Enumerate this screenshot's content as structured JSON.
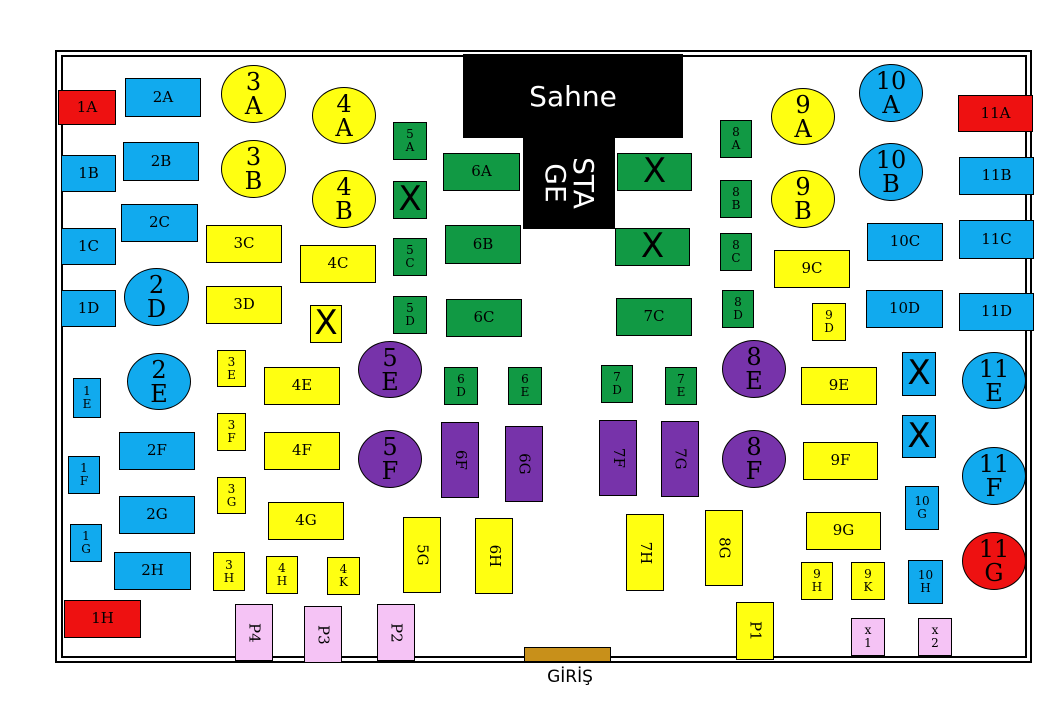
{
  "stage": {
    "label_top": "Sahne",
    "label_bottom": "STA\nGE"
  },
  "entrance": {
    "label": "GİRİŞ"
  },
  "colors": {
    "red": "#ee1111",
    "blue": "#11aaee",
    "yellow": "#ffff11",
    "green": "#119944",
    "purple": "#7733aa",
    "pink": "#f5c3f5",
    "entrance": "#c8901a",
    "stage": "#000000"
  },
  "tables": [
    {
      "id": "1A",
      "label": "1A",
      "color": "red",
      "shape": "rect"
    },
    {
      "id": "1B",
      "label": "1B",
      "color": "blue",
      "shape": "rect"
    },
    {
      "id": "1C",
      "label": "1C",
      "color": "blue",
      "shape": "rect"
    },
    {
      "id": "1D",
      "label": "1D",
      "color": "blue",
      "shape": "rect"
    },
    {
      "id": "1E",
      "label": "1\nE",
      "color": "blue",
      "shape": "rect"
    },
    {
      "id": "1F",
      "label": "1\nF",
      "color": "blue",
      "shape": "rect"
    },
    {
      "id": "1G",
      "label": "1\nG",
      "color": "blue",
      "shape": "rect"
    },
    {
      "id": "1H",
      "label": "1H",
      "color": "red",
      "shape": "rect"
    },
    {
      "id": "2A",
      "label": "2A",
      "color": "blue",
      "shape": "rect"
    },
    {
      "id": "2B",
      "label": "2B",
      "color": "blue",
      "shape": "rect"
    },
    {
      "id": "2C",
      "label": "2C",
      "color": "blue",
      "shape": "rect"
    },
    {
      "id": "2D",
      "label": "2\nD",
      "color": "blue",
      "shape": "circle"
    },
    {
      "id": "2E",
      "label": "2\nE",
      "color": "blue",
      "shape": "circle"
    },
    {
      "id": "2F",
      "label": "2F",
      "color": "blue",
      "shape": "rect"
    },
    {
      "id": "2G",
      "label": "2G",
      "color": "blue",
      "shape": "rect"
    },
    {
      "id": "2H",
      "label": "2H",
      "color": "blue",
      "shape": "rect"
    },
    {
      "id": "3A",
      "label": "3\nA",
      "color": "yellow",
      "shape": "circle"
    },
    {
      "id": "3B",
      "label": "3\nB",
      "color": "yellow",
      "shape": "circle"
    },
    {
      "id": "3C",
      "label": "3C",
      "color": "yellow",
      "shape": "rect"
    },
    {
      "id": "3D",
      "label": "3D",
      "color": "yellow",
      "shape": "rect"
    },
    {
      "id": "3E",
      "label": "3\nE",
      "color": "yellow",
      "shape": "rect"
    },
    {
      "id": "3F",
      "label": "3\nF",
      "color": "yellow",
      "shape": "rect"
    },
    {
      "id": "3G",
      "label": "3\nG",
      "color": "yellow",
      "shape": "rect"
    },
    {
      "id": "3H",
      "label": "3\nH",
      "color": "yellow",
      "shape": "rect"
    },
    {
      "id": "4A",
      "label": "4\nA",
      "color": "yellow",
      "shape": "circle"
    },
    {
      "id": "4B",
      "label": "4\nB",
      "color": "yellow",
      "shape": "circle"
    },
    {
      "id": "4C",
      "label": "4C",
      "color": "yellow",
      "shape": "rect"
    },
    {
      "id": "X-4",
      "label": "X",
      "color": "yellow",
      "shape": "rect"
    },
    {
      "id": "4E",
      "label": "4E",
      "color": "yellow",
      "shape": "rect"
    },
    {
      "id": "4F",
      "label": "4F",
      "color": "yellow",
      "shape": "rect"
    },
    {
      "id": "4G",
      "label": "4G",
      "color": "yellow",
      "shape": "rect"
    },
    {
      "id": "4H",
      "label": "4\nH",
      "color": "yellow",
      "shape": "rect"
    },
    {
      "id": "4K",
      "label": "4\nK",
      "color": "yellow",
      "shape": "rect"
    },
    {
      "id": "5A",
      "label": "5\nA",
      "color": "green",
      "shape": "rect"
    },
    {
      "id": "X-5",
      "label": "X",
      "color": "green",
      "shape": "rect"
    },
    {
      "id": "5C",
      "label": "5\nC",
      "color": "green",
      "shape": "rect"
    },
    {
      "id": "5D",
      "label": "5\nD",
      "color": "green",
      "shape": "rect"
    },
    {
      "id": "5E",
      "label": "5\nE",
      "color": "purple",
      "shape": "circle"
    },
    {
      "id": "5F",
      "label": "5\nF",
      "color": "purple",
      "shape": "circle"
    },
    {
      "id": "5G",
      "label": "5G",
      "color": "yellow",
      "shape": "rect"
    },
    {
      "id": "6A",
      "label": "6A",
      "color": "green",
      "shape": "rect"
    },
    {
      "id": "6B",
      "label": "6B",
      "color": "green",
      "shape": "rect"
    },
    {
      "id": "6C",
      "label": "6C",
      "color": "green",
      "shape": "rect"
    },
    {
      "id": "6D",
      "label": "6\nD",
      "color": "green",
      "shape": "rect"
    },
    {
      "id": "6E",
      "label": "6\nE",
      "color": "green",
      "shape": "rect"
    },
    {
      "id": "6F",
      "label": "6F",
      "color": "purple",
      "shape": "rect"
    },
    {
      "id": "6G",
      "label": "6G",
      "color": "purple",
      "shape": "rect"
    },
    {
      "id": "6H",
      "label": "6H",
      "color": "yellow",
      "shape": "rect"
    },
    {
      "id": "X-7a",
      "label": "X",
      "color": "green",
      "shape": "rect"
    },
    {
      "id": "X-7b",
      "label": "X",
      "color": "green",
      "shape": "rect"
    },
    {
      "id": "7C",
      "label": "7C",
      "color": "green",
      "shape": "rect"
    },
    {
      "id": "7D",
      "label": "7\nD",
      "color": "green",
      "shape": "rect"
    },
    {
      "id": "7E",
      "label": "7\nE",
      "color": "green",
      "shape": "rect"
    },
    {
      "id": "7F",
      "label": "7F",
      "color": "purple",
      "shape": "rect"
    },
    {
      "id": "7G",
      "label": "7G",
      "color": "purple",
      "shape": "rect"
    },
    {
      "id": "7H",
      "label": "7H",
      "color": "yellow",
      "shape": "rect"
    },
    {
      "id": "8A",
      "label": "8\nA",
      "color": "green",
      "shape": "rect"
    },
    {
      "id": "8B",
      "label": "8\nB",
      "color": "green",
      "shape": "rect"
    },
    {
      "id": "8C",
      "label": "8\nC",
      "color": "green",
      "shape": "rect"
    },
    {
      "id": "8D",
      "label": "8\nD",
      "color": "green",
      "shape": "rect"
    },
    {
      "id": "8E",
      "label": "8\nE",
      "color": "purple",
      "shape": "circle"
    },
    {
      "id": "8F",
      "label": "8\nF",
      "color": "purple",
      "shape": "circle"
    },
    {
      "id": "8G",
      "label": "8G",
      "color": "yellow",
      "shape": "rect"
    },
    {
      "id": "9A",
      "label": "9\nA",
      "color": "yellow",
      "shape": "circle"
    },
    {
      "id": "9B",
      "label": "9\nB",
      "color": "yellow",
      "shape": "circle"
    },
    {
      "id": "9C",
      "label": "9C",
      "color": "yellow",
      "shape": "rect"
    },
    {
      "id": "9D",
      "label": "9\nD",
      "color": "yellow",
      "shape": "rect"
    },
    {
      "id": "9E",
      "label": "9E",
      "color": "yellow",
      "shape": "rect"
    },
    {
      "id": "9F",
      "label": "9F",
      "color": "yellow",
      "shape": "rect"
    },
    {
      "id": "9G",
      "label": "9G",
      "color": "yellow",
      "shape": "rect"
    },
    {
      "id": "9H",
      "label": "9\nH",
      "color": "yellow",
      "shape": "rect"
    },
    {
      "id": "9K",
      "label": "9\nK",
      "color": "yellow",
      "shape": "rect"
    },
    {
      "id": "10A",
      "label": "10\nA",
      "color": "blue",
      "shape": "circle"
    },
    {
      "id": "10B",
      "label": "10\nB",
      "color": "blue",
      "shape": "circle"
    },
    {
      "id": "10C",
      "label": "10C",
      "color": "blue",
      "shape": "rect"
    },
    {
      "id": "10D",
      "label": "10D",
      "color": "blue",
      "shape": "rect"
    },
    {
      "id": "X-10a",
      "label": "X",
      "color": "blue",
      "shape": "rect"
    },
    {
      "id": "X-10b",
      "label": "X",
      "color": "blue",
      "shape": "rect"
    },
    {
      "id": "10G",
      "label": "10\nG",
      "color": "blue",
      "shape": "rect"
    },
    {
      "id": "10H",
      "label": "10\nH",
      "color": "blue",
      "shape": "rect"
    },
    {
      "id": "11A",
      "label": "11A",
      "color": "red",
      "shape": "rect"
    },
    {
      "id": "11B",
      "label": "11B",
      "color": "blue",
      "shape": "rect"
    },
    {
      "id": "11C",
      "label": "11C",
      "color": "blue",
      "shape": "rect"
    },
    {
      "id": "11D",
      "label": "11D",
      "color": "blue",
      "shape": "rect"
    },
    {
      "id": "11E",
      "label": "11\nE",
      "color": "blue",
      "shape": "circle"
    },
    {
      "id": "11F",
      "label": "11\nF",
      "color": "blue",
      "shape": "circle"
    },
    {
      "id": "11G",
      "label": "11\nG",
      "color": "red",
      "shape": "circle"
    },
    {
      "id": "P1",
      "label": "P1",
      "color": "yellow",
      "shape": "rect"
    },
    {
      "id": "P2",
      "label": "P2",
      "color": "pink",
      "shape": "rect"
    },
    {
      "id": "P3",
      "label": "P3",
      "color": "pink",
      "shape": "rect"
    },
    {
      "id": "P4",
      "label": "P4",
      "color": "pink",
      "shape": "rect"
    },
    {
      "id": "x1",
      "label": "x\n1",
      "color": "pink",
      "shape": "rect"
    },
    {
      "id": "x2",
      "label": "x\n2",
      "color": "pink",
      "shape": "rect"
    }
  ]
}
